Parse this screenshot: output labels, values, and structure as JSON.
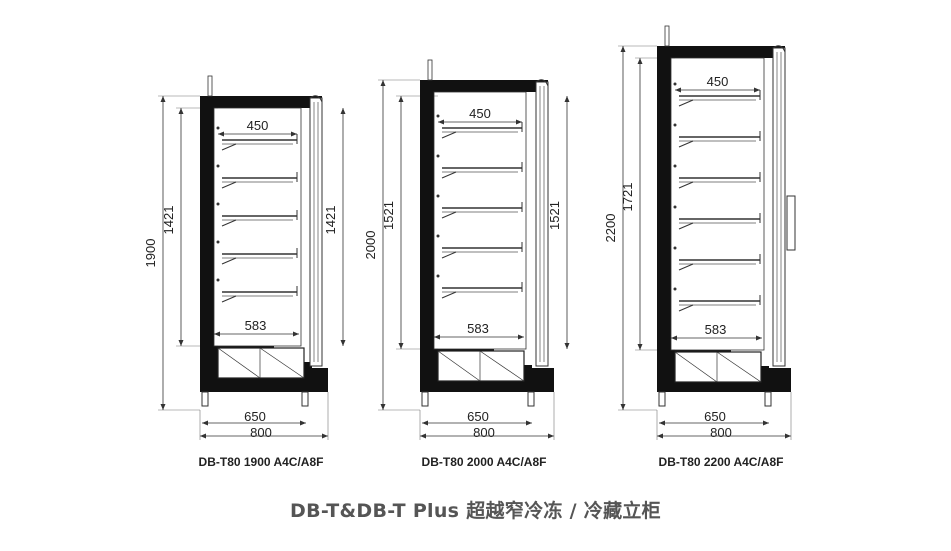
{
  "title": "DB-T&DB-T Plus 超越窄冷冻 / 冷藏立柜",
  "models": [
    {
      "caption": "DB-T80 1900 A4C/A8F",
      "overall_height": "1900",
      "inner_height": "1421",
      "inner_height_right": "1421",
      "shelf_depth": "450",
      "inner_depth": "583",
      "base_depth": "650",
      "overall_depth": "800",
      "shelf_count": 5,
      "has_handle": false
    },
    {
      "caption": "DB-T80 2000 A4C/A8F",
      "overall_height": "2000",
      "inner_height": "1521",
      "inner_height_right": "1521",
      "shelf_depth": "450",
      "inner_depth": "583",
      "base_depth": "650",
      "overall_depth": "800",
      "shelf_count": 5,
      "has_handle": false
    },
    {
      "caption": "DB-T80 2200 A4C/A8F",
      "overall_height": "2200",
      "inner_height": "1721",
      "inner_height_right": "",
      "shelf_depth": "450",
      "inner_depth": "583",
      "base_depth": "650",
      "overall_depth": "800",
      "shelf_count": 6,
      "has_handle": true
    }
  ]
}
